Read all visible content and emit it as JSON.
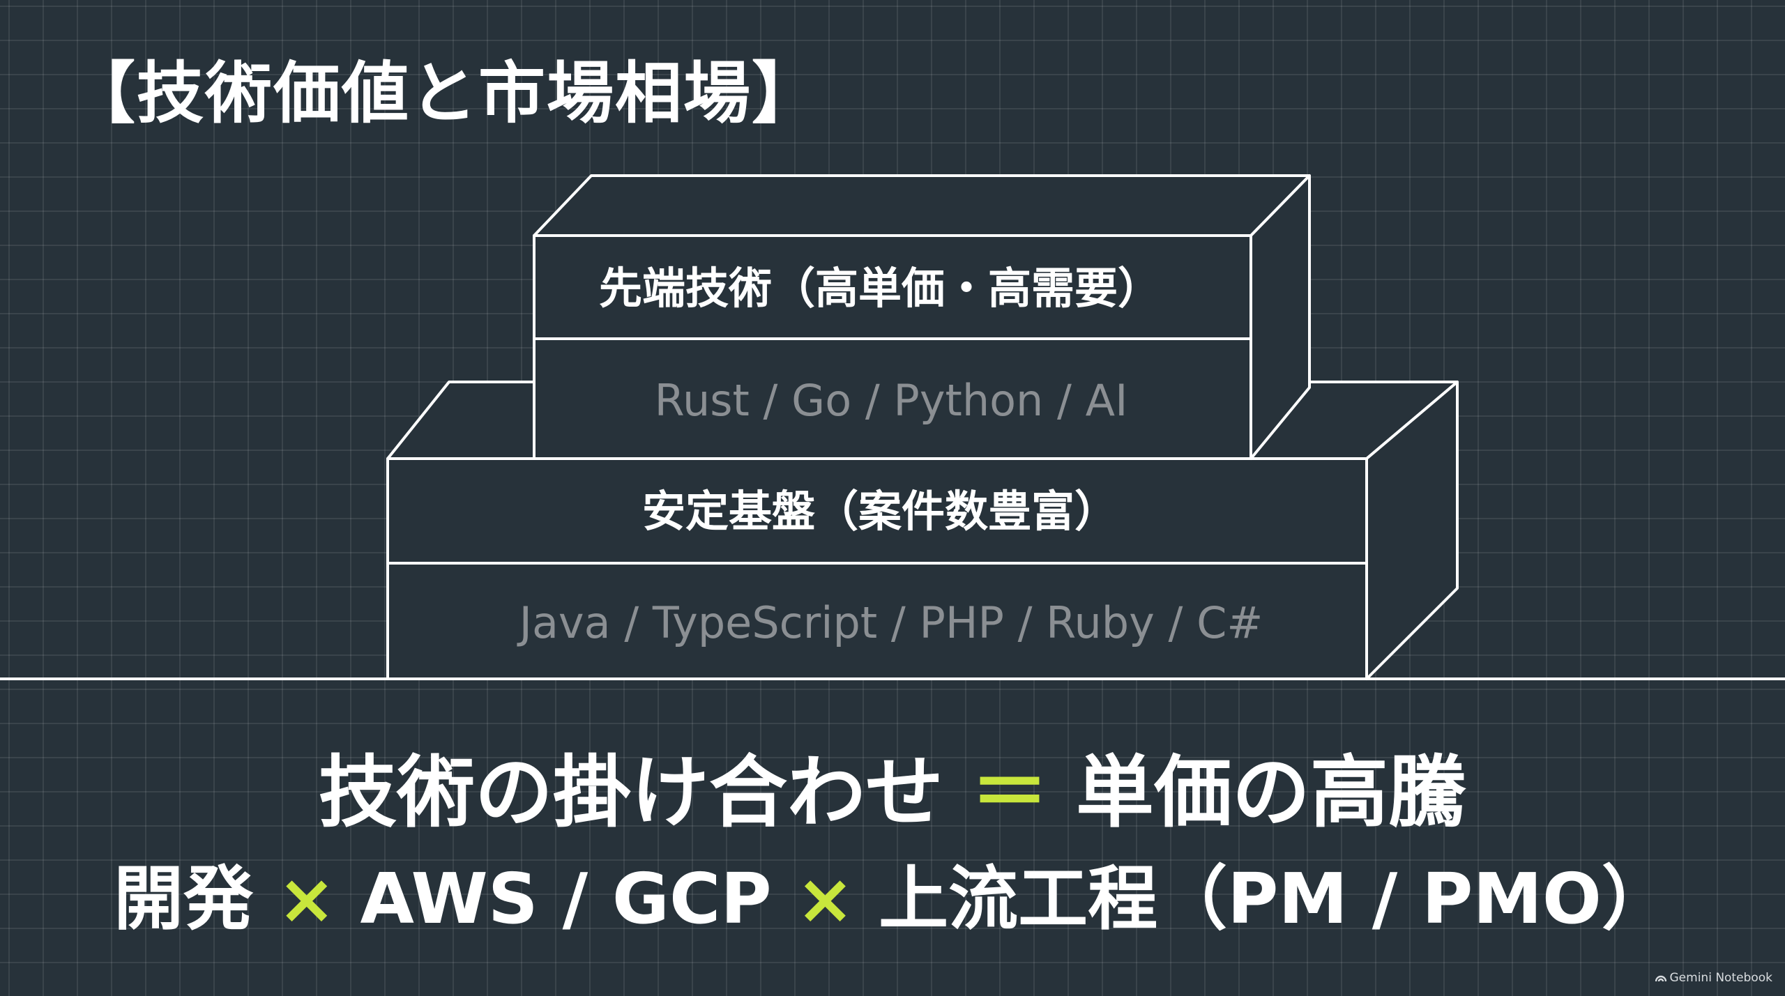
{
  "title": "【技術価値と市場相場】",
  "top_layer": {
    "heading": "先端技術（高単価・高需要）",
    "techs": "Rust / Go / Python / AI"
  },
  "base_layer": {
    "heading": "安定基盤（案件数豊富）",
    "techs": "Java / TypeScript / PHP / Ruby / C#"
  },
  "caption": {
    "left": "技術の掛け合わせ",
    "operator": "＝",
    "right": "単価の高騰"
  },
  "combo": {
    "part1": "開発",
    "times": "×",
    "part2": "AWS / GCP",
    "part3": "上流工程（PM / PMO）"
  },
  "watermark": "Gemini Notebook",
  "colors": {
    "background": "#27323a",
    "accent": "#c8e63c",
    "muted_text": "#8b8f93"
  }
}
